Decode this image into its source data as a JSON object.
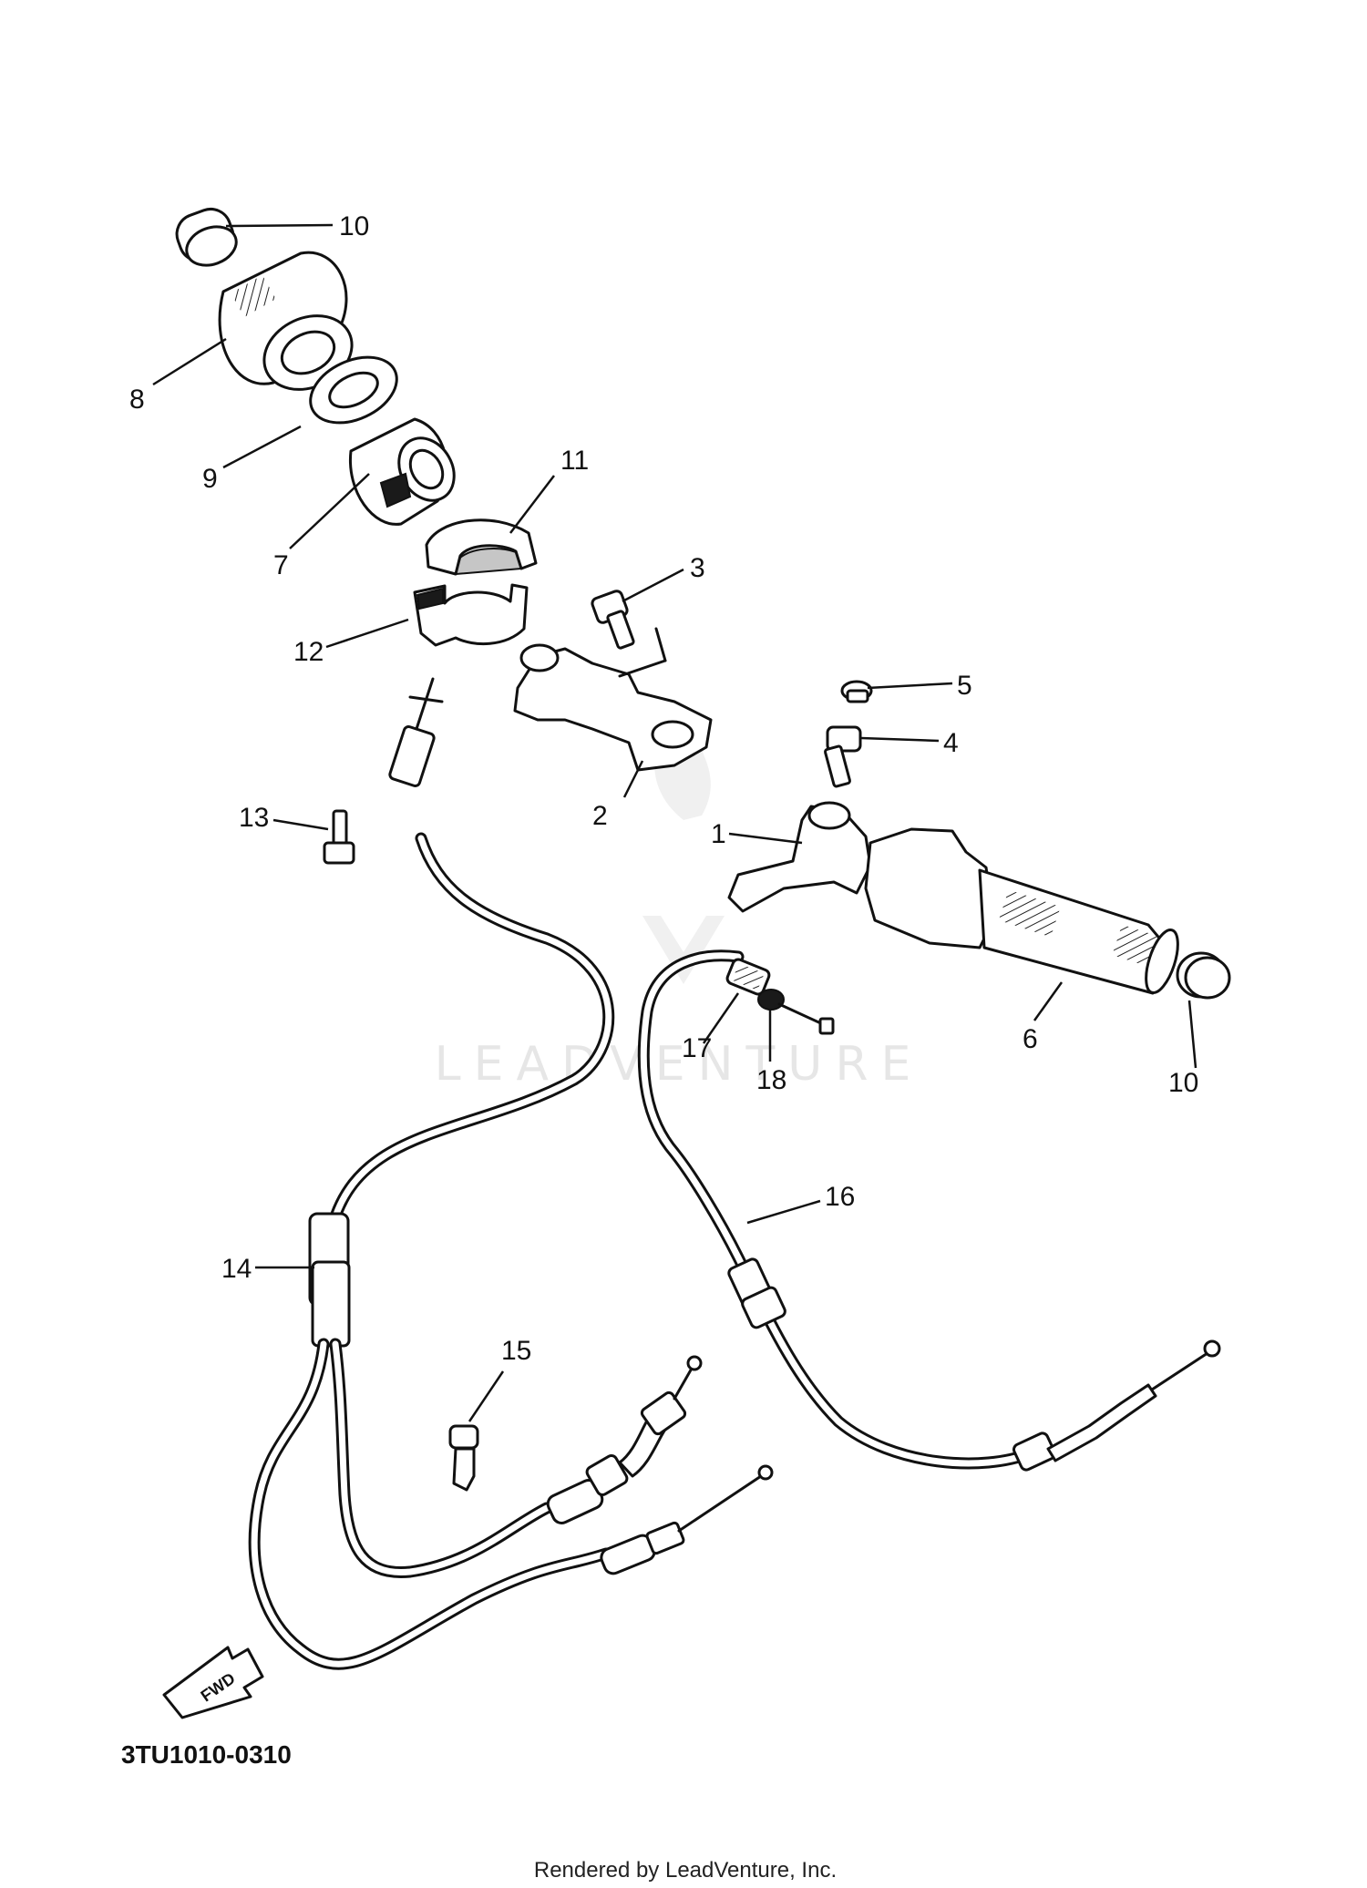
{
  "callouts": {
    "c10a": "10",
    "c8": "8",
    "c9": "9",
    "c7": "7",
    "c11": "11",
    "c12": "12",
    "c3": "3",
    "c5": "5",
    "c4": "4",
    "c13": "13",
    "c2": "2",
    "c1": "1",
    "c6": "6",
    "c10b": "10",
    "c17": "17",
    "c18": "18",
    "c16": "16",
    "c14": "14",
    "c15": "15"
  },
  "fwd_label": "FWD",
  "diagram_code": "3TU1010-0310",
  "watermark": "LEADVENTURE",
  "footer": "Rendered by LeadVenture, Inc."
}
